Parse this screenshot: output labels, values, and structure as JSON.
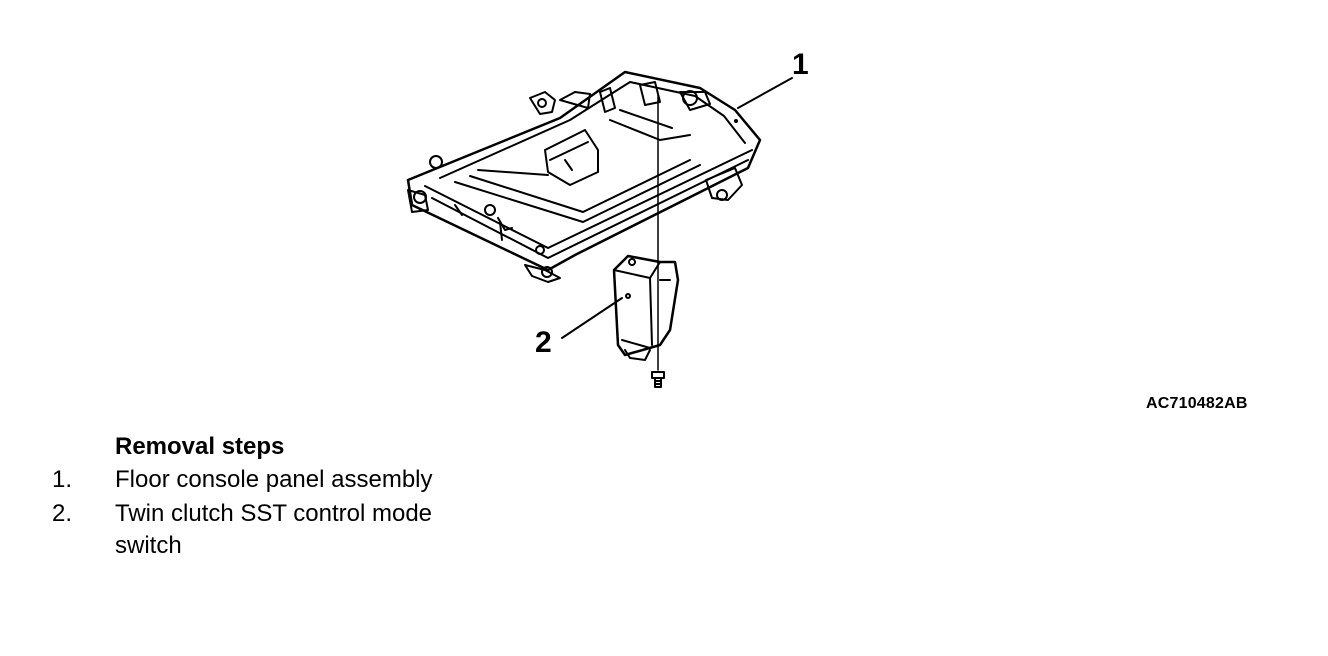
{
  "figure": {
    "code": "AC710482AB",
    "callouts": [
      {
        "id": "1",
        "label": "1"
      },
      {
        "id": "2",
        "label": "2"
      }
    ]
  },
  "removal": {
    "heading": "Removal steps",
    "steps": [
      {
        "number": "1.",
        "text": "Floor console panel assembly"
      },
      {
        "number": "2.",
        "text": "Twin clutch SST control mode switch"
      }
    ]
  }
}
